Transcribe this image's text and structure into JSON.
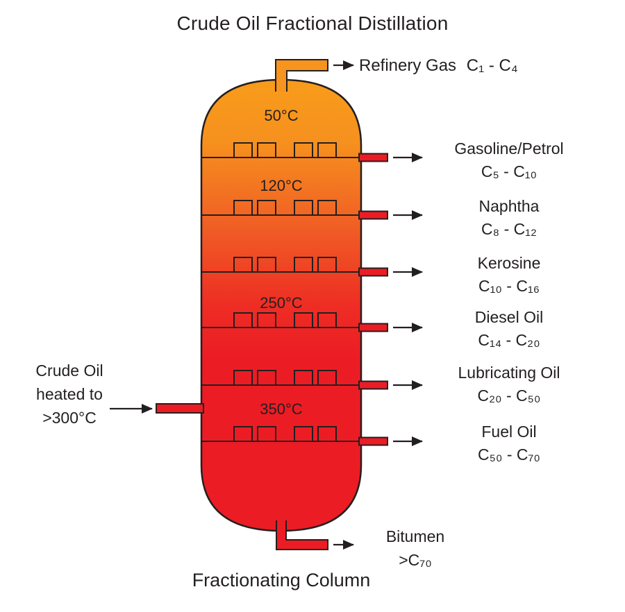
{
  "title": "Crude Oil Fractional Distillation",
  "caption": "Fractionating Column",
  "temperatures": [
    {
      "label": "50°C"
    },
    {
      "label": "120°C"
    },
    {
      "label": "250°C"
    },
    {
      "label": "350°C"
    }
  ],
  "feed": {
    "line1": "Crude Oil",
    "line2": "heated to",
    "line3": ">300°C"
  },
  "fractions": [
    {
      "name": "Refinery Gas",
      "range": "C₁ - C₄"
    },
    {
      "name": "Gasoline/Petrol",
      "range": "C₅ - C₁₀"
    },
    {
      "name": "Naphtha",
      "range": "C₈ - C₁₂"
    },
    {
      "name": "Kerosine",
      "range": "C₁₀ - C₁₆"
    },
    {
      "name": "Diesel Oil",
      "range": "C₁₄ - C₂₀"
    },
    {
      "name": "Lubricating Oil",
      "range": "C₂₀ - C₅₀"
    },
    {
      "name": "Fuel Oil",
      "range": "C₅₀ - C₇₀"
    },
    {
      "name": "Bitumen",
      "range": ">C₇₀"
    }
  ],
  "colors": {
    "column_top": "#F7941E",
    "column_bottom": "#EC1C24",
    "outline": "#231F20"
  }
}
